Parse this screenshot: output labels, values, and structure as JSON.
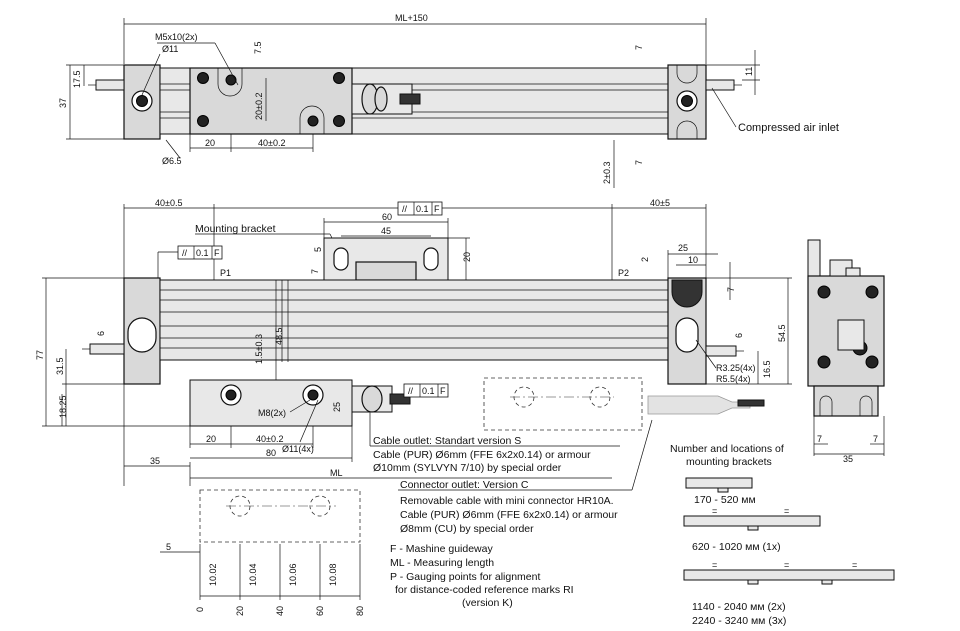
{
  "top_view": {
    "overall_length": "ML+150",
    "screw_holes": "M5x10(2x)",
    "hole_dia": "Ø11",
    "dim_7_5": "7.5",
    "dim_20_pm02_v": "20±0.2",
    "dim_17_5": "17.5",
    "dim_37": "37",
    "dim_6_5": "Ø6.5",
    "dim_20": "20",
    "dim_40_pm02": "40±0.2",
    "dim_7_top": "7",
    "dim_7_bottom": "7",
    "dim_2_pm03": "2±0.3",
    "dim_11": "11",
    "air_inlet": "Compressed air inlet"
  },
  "front_view": {
    "dim_40_pm05": "40±0.5",
    "dim_40_pm5": "40±5",
    "tol_symbol": "//",
    "tol_value": "0.1",
    "tol_datum": "F",
    "mounting_bracket": "Mounting bracket",
    "bracket_60": "60",
    "bracket_45": "45",
    "bracket_5": "5",
    "bracket_7": "7",
    "bracket_20": "20",
    "p1": "P1",
    "p2": "P2",
    "dim_25_right": "25",
    "dim_10_right": "10",
    "dim_7_right": "7",
    "dim_2_right": "2",
    "dim_77": "77",
    "dim_31_5": "31.5",
    "dim_18_25": "18.25",
    "dim_6": "6",
    "dim_1_5_pm03": "1.5±0.3",
    "dim_48_5": "48.5",
    "dim_25_bracket": "25",
    "m8": "M8(2x)",
    "d11_4x": "Ø11(4x)",
    "dim_20_b": "20",
    "dim_40_pm02_b": "40±0.2",
    "dim_80": "80",
    "dim_35": "35",
    "ml": "ML",
    "dim_6_r": "6",
    "dim_54_5": "54.5",
    "dim_16_5": "16.5",
    "r325": "R3.25(4x)",
    "r55": "R5.5(4x)"
  },
  "side_view": {
    "dim_7_left": "7",
    "dim_7_right": "7",
    "dim_35": "35"
  },
  "cable_notes": [
    "Cable outlet: Standart version  S",
    "Cable (PUR) Ø6mm (FFE 6x2x0.14) or armour",
    "Ø10mm (SYLVYN 7/10) by special order"
  ],
  "connector_notes": [
    "Connector outlet: Version C",
    "Removable cable with mini connector HR10A.",
    "Cable (PUR) Ø6mm (FFE 6x2x0.14) or armour",
    "Ø8mm (CU) by special order"
  ],
  "legend": [
    "F - Mashine guideway",
    "ML - Measuring length",
    "P - Gauging points for alignment",
    "for distance-coded reference marks RI",
    "(version K)"
  ],
  "mount_title": [
    "Number and locations of",
    "mounting brackets"
  ],
  "mount_ranges": [
    "170 - 520 мм",
    "620 - 1020 мм (1x)",
    "1140 - 2040 мм (2x)",
    "2240 - 3240 мм (3x)"
  ],
  "ref_scale": {
    "dim_5": "5",
    "vert_labels": [
      "10.02",
      "10.04",
      "10.06",
      "10.08"
    ],
    "ticks": [
      "0",
      "20",
      "40",
      "60",
      "80"
    ]
  }
}
